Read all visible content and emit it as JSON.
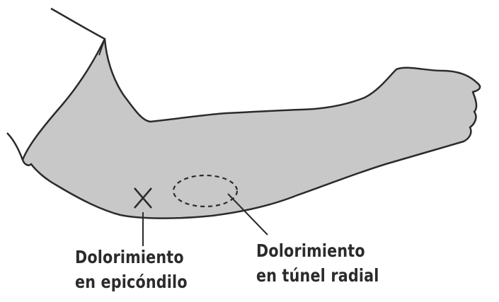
{
  "diagram": {
    "labels": {
      "epicondyle_line1": "Dolorimiento",
      "epicondyle_line2": "en epicóndilo",
      "radial_line1": "Dolorimiento",
      "radial_line2": "en túnel radial"
    },
    "colors": {
      "arm_fill": "#c8c8c8",
      "outline": "#2b2b2b",
      "text": "#2b2b2b",
      "background": "#ffffff"
    },
    "markers": {
      "epicondyle": "x-mark",
      "radial_tunnel": "dashed-ellipse"
    }
  }
}
